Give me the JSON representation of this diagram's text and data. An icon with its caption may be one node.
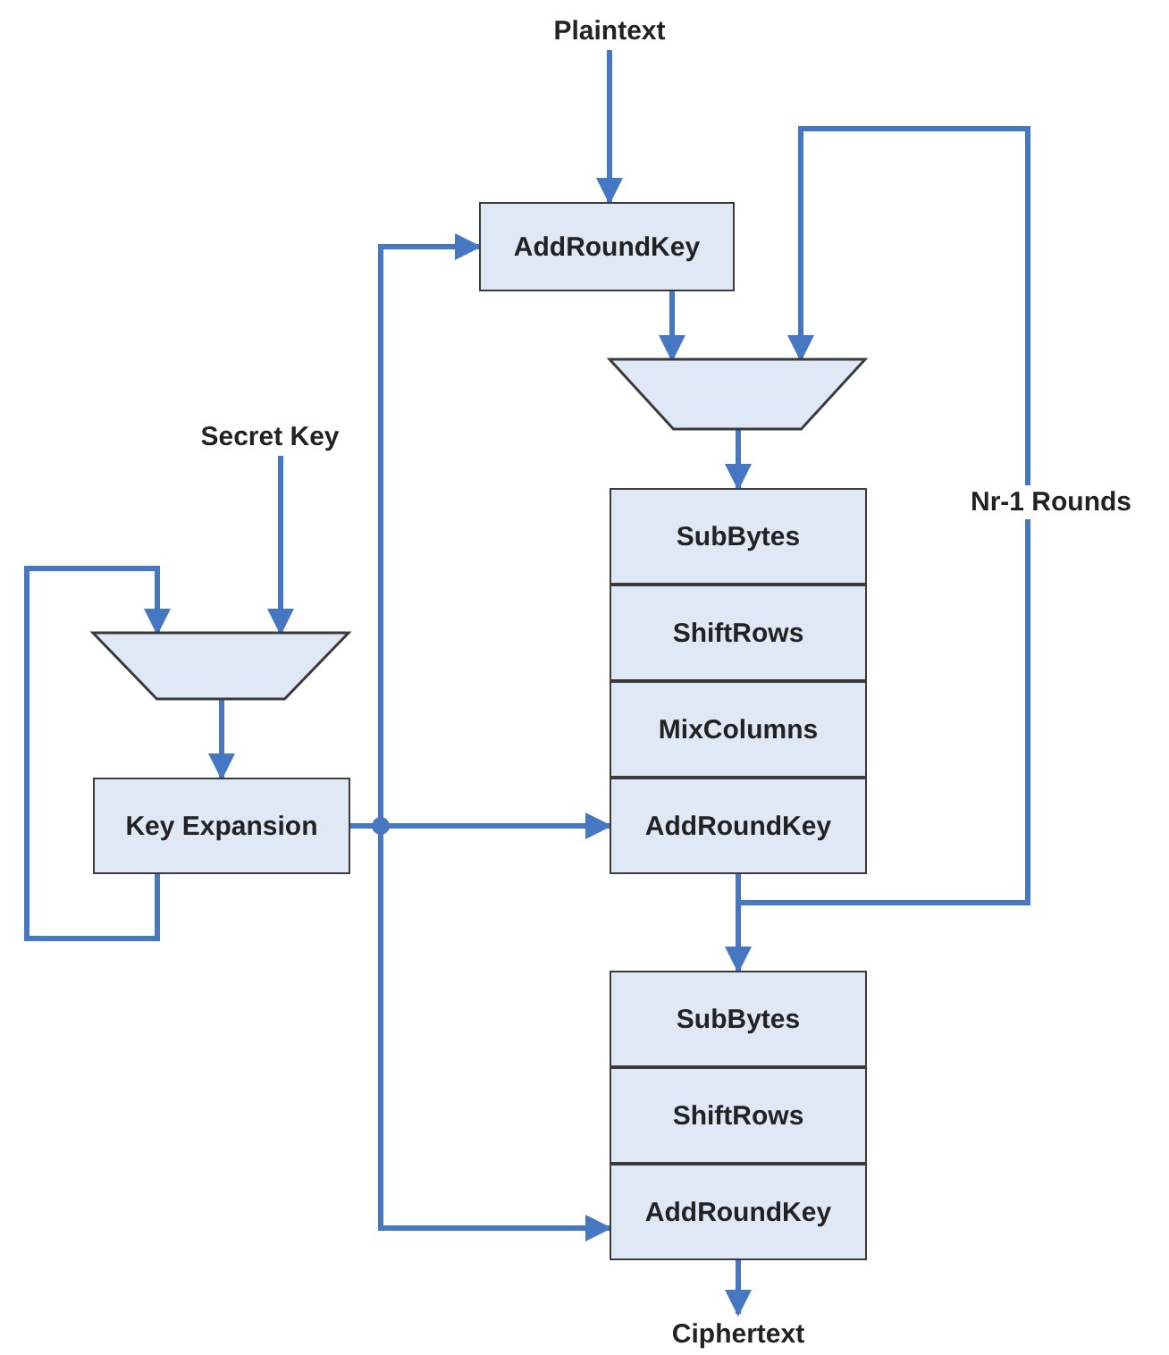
{
  "diagram": {
    "nodes": [
      {
        "text": [
          "Plaintext"
        ]
      },
      {
        "text": [
          "AddRoundKey"
        ]
      },
      {
        "text": [],
        "shape": "trapezoid"
      },
      {
        "text": [
          "SubBytes"
        ]
      },
      {
        "text": [
          "ShiftRows"
        ]
      },
      {
        "text": [
          "MixColumns"
        ]
      },
      {
        "text": [
          "AddRoundKey"
        ]
      },
      {
        "text": [
          "Secret Key"
        ]
      },
      {
        "text": [],
        "shape": "trapezoid"
      },
      {
        "text": [
          "Key Expansion"
        ]
      },
      {
        "text": [
          "SubBytes"
        ]
      },
      {
        "text": [
          "ShiftRows"
        ]
      },
      {
        "text": [
          "AddRoundKey"
        ]
      },
      {
        "text": [
          "Ciphertext"
        ]
      }
    ],
    "edges": [
      {
        "from": 0,
        "to": 1,
        "arrow": "to"
      },
      {
        "from": 1,
        "to": 2,
        "arrow": "to"
      },
      {
        "from": 2,
        "to": 3,
        "arrow": "to"
      },
      {
        "from": 6,
        "to": 2,
        "arrow": "to",
        "label": "Nr-1 Rounds"
      },
      {
        "from": 6,
        "to": 10,
        "arrow": "to"
      },
      {
        "from": 7,
        "to": 8,
        "arrow": "to"
      },
      {
        "from": 8,
        "to": 9,
        "arrow": "to"
      },
      {
        "from": 9,
        "to": 8,
        "arrow": "to"
      },
      {
        "from": 9,
        "to": 1,
        "arrow": "to"
      },
      {
        "from": 9,
        "to": 6,
        "arrow": "to"
      },
      {
        "from": 9,
        "to": 12,
        "arrow": "to"
      },
      {
        "from": 12,
        "to": 13,
        "arrow": "to"
      }
    ]
  }
}
